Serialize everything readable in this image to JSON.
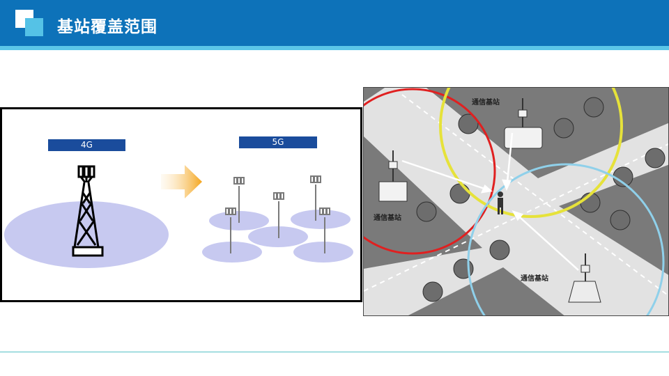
{
  "header": {
    "title": "基站覆盖范围"
  },
  "left_panel": {
    "label_4g": "4G",
    "label_5g": "5G"
  },
  "right_panel": {
    "station_label_top": "通信基站",
    "station_label_left": "通信基站",
    "station_label_bottom": "通信基站"
  },
  "colors": {
    "header": "#0d72b9",
    "stripe": "#5bc6e8",
    "badge": "#1a4c9c",
    "coverage": "#c7c9f0"
  }
}
